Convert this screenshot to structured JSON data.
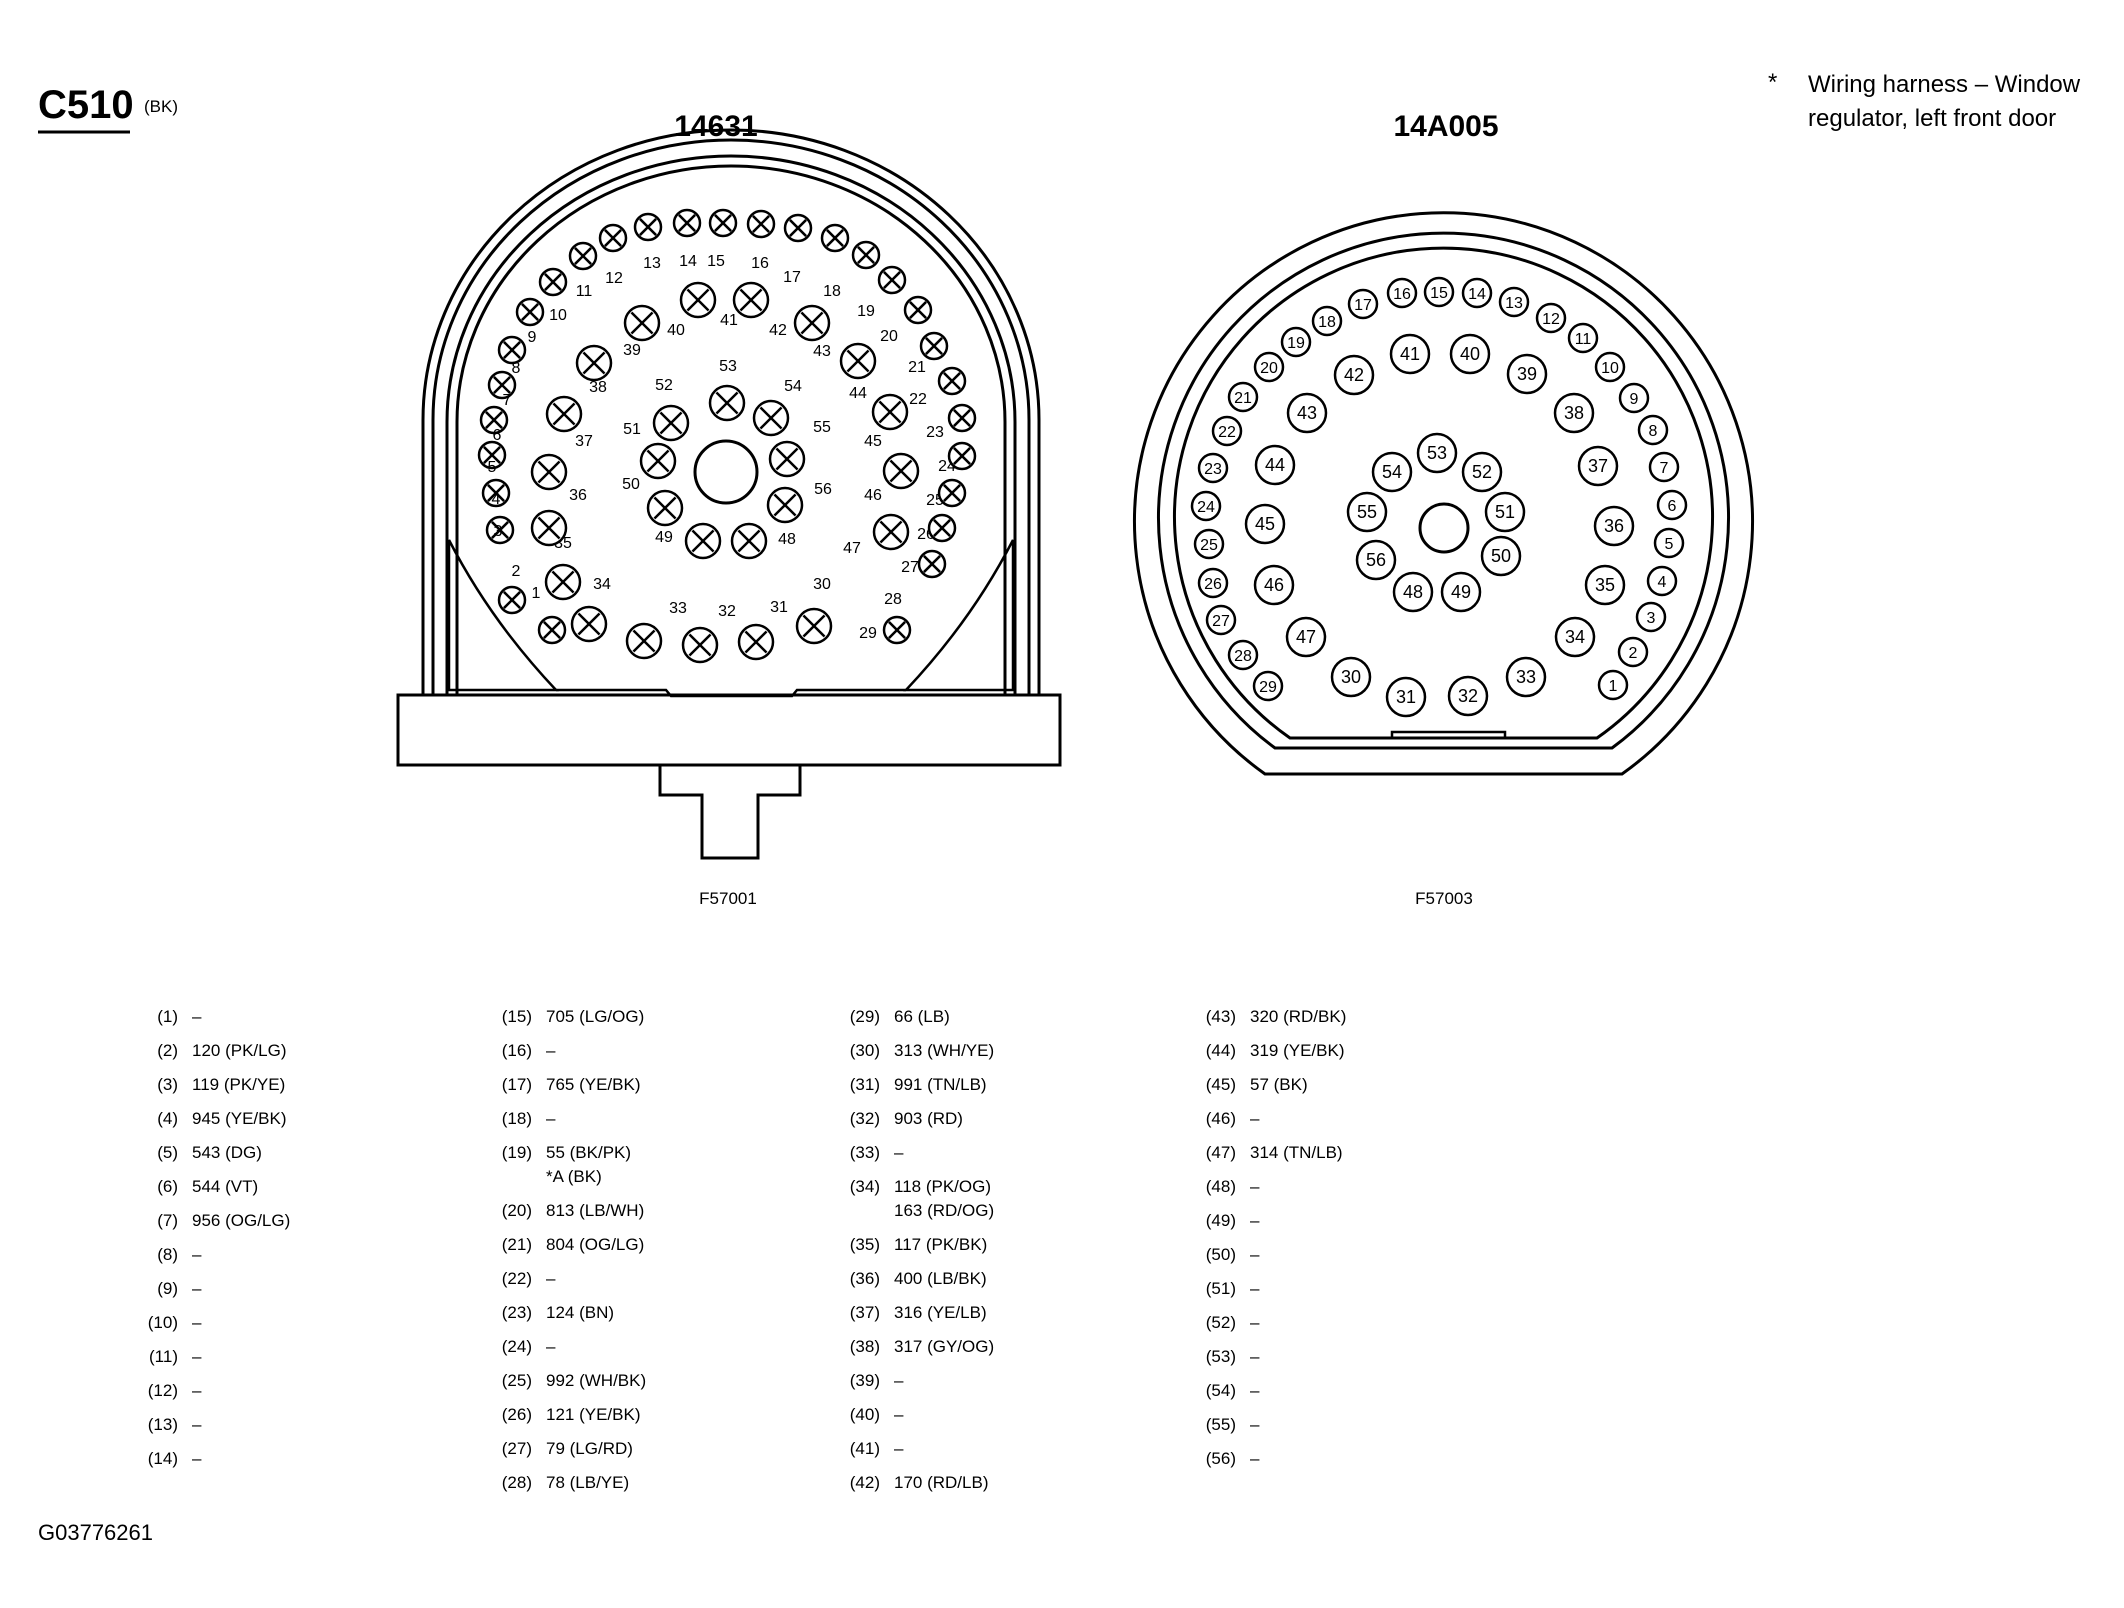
{
  "header": {
    "connector_id": "C510",
    "connector_color": "(BK)",
    "footnote_mark": "*",
    "footnote_text": "Wiring harness – Window regulator, left front door"
  },
  "connector_left": {
    "title": "14631",
    "figure_code": "F57001"
  },
  "connector_right": {
    "title": "14A005",
    "figure_code": "F57003"
  },
  "figure_id": "G03776261",
  "pinout": [
    {
      "pin": "(1)",
      "lines": [
        "–"
      ]
    },
    {
      "pin": "(2)",
      "lines": [
        "120 (PK/LG)"
      ]
    },
    {
      "pin": "(3)",
      "lines": [
        "119 (PK/YE)"
      ]
    },
    {
      "pin": "(4)",
      "lines": [
        "945 (YE/BK)"
      ]
    },
    {
      "pin": "(5)",
      "lines": [
        "543 (DG)"
      ]
    },
    {
      "pin": "(6)",
      "lines": [
        "544 (VT)"
      ]
    },
    {
      "pin": "(7)",
      "lines": [
        "956 (OG/LG)"
      ]
    },
    {
      "pin": "(8)",
      "lines": [
        "–"
      ]
    },
    {
      "pin": "(9)",
      "lines": [
        "–"
      ]
    },
    {
      "pin": "(10)",
      "lines": [
        "–"
      ]
    },
    {
      "pin": "(11)",
      "lines": [
        "–"
      ]
    },
    {
      "pin": "(12)",
      "lines": [
        "–"
      ]
    },
    {
      "pin": "(13)",
      "lines": [
        "–"
      ]
    },
    {
      "pin": "(14)",
      "lines": [
        "–"
      ]
    },
    {
      "pin": "(15)",
      "lines": [
        "705 (LG/OG)"
      ]
    },
    {
      "pin": "(16)",
      "lines": [
        "–"
      ]
    },
    {
      "pin": "(17)",
      "lines": [
        "765 (YE/BK)"
      ]
    },
    {
      "pin": "(18)",
      "lines": [
        "–"
      ]
    },
    {
      "pin": "(19)",
      "lines": [
        "55 (BK/PK)",
        "*A (BK)"
      ]
    },
    {
      "pin": "(20)",
      "lines": [
        "813 (LB/WH)"
      ]
    },
    {
      "pin": "(21)",
      "lines": [
        "804 (OG/LG)"
      ]
    },
    {
      "pin": "(22)",
      "lines": [
        "–"
      ]
    },
    {
      "pin": "(23)",
      "lines": [
        "124 (BN)"
      ]
    },
    {
      "pin": "(24)",
      "lines": [
        "–"
      ]
    },
    {
      "pin": "(25)",
      "lines": [
        "992 (WH/BK)"
      ]
    },
    {
      "pin": "(26)",
      "lines": [
        "121 (YE/BK)"
      ]
    },
    {
      "pin": "(27)",
      "lines": [
        "79 (LG/RD)"
      ]
    },
    {
      "pin": "(28)",
      "lines": [
        "78 (LB/YE)"
      ]
    },
    {
      "pin": "(29)",
      "lines": [
        "66 (LB)"
      ]
    },
    {
      "pin": "(30)",
      "lines": [
        "313 (WH/YE)"
      ]
    },
    {
      "pin": "(31)",
      "lines": [
        "991 (TN/LB)"
      ]
    },
    {
      "pin": "(32)",
      "lines": [
        "903 (RD)"
      ]
    },
    {
      "pin": "(33)",
      "lines": [
        "–"
      ]
    },
    {
      "pin": "(34)",
      "lines": [
        "118 (PK/OG)",
        "163 (RD/OG)"
      ]
    },
    {
      "pin": "(35)",
      "lines": [
        "117 (PK/BK)"
      ]
    },
    {
      "pin": "(36)",
      "lines": [
        "400 (LB/BK)"
      ]
    },
    {
      "pin": "(37)",
      "lines": [
        "316 (YE/LB)"
      ]
    },
    {
      "pin": "(38)",
      "lines": [
        "317 (GY/OG)"
      ]
    },
    {
      "pin": "(39)",
      "lines": [
        "–"
      ]
    },
    {
      "pin": "(40)",
      "lines": [
        "–"
      ]
    },
    {
      "pin": "(41)",
      "lines": [
        "–"
      ]
    },
    {
      "pin": "(42)",
      "lines": [
        "170 (RD/LB)"
      ]
    },
    {
      "pin": "(43)",
      "lines": [
        "320 (RD/BK)"
      ]
    },
    {
      "pin": "(44)",
      "lines": [
        "319 (YE/BK)"
      ]
    },
    {
      "pin": "(45)",
      "lines": [
        "57 (BK)"
      ]
    },
    {
      "pin": "(46)",
      "lines": [
        "–"
      ]
    },
    {
      "pin": "(47)",
      "lines": [
        "314 (TN/LB)"
      ]
    },
    {
      "pin": "(48)",
      "lines": [
        "–"
      ]
    },
    {
      "pin": "(49)",
      "lines": [
        "–"
      ]
    },
    {
      "pin": "(50)",
      "lines": [
        "–"
      ]
    },
    {
      "pin": "(51)",
      "lines": [
        "–"
      ]
    },
    {
      "pin": "(52)",
      "lines": [
        "–"
      ]
    },
    {
      "pin": "(53)",
      "lines": [
        "–"
      ]
    },
    {
      "pin": "(54)",
      "lines": [
        "–"
      ]
    },
    {
      "pin": "(55)",
      "lines": [
        "–"
      ]
    },
    {
      "pin": "(56)",
      "lines": [
        "–"
      ]
    }
  ]
}
